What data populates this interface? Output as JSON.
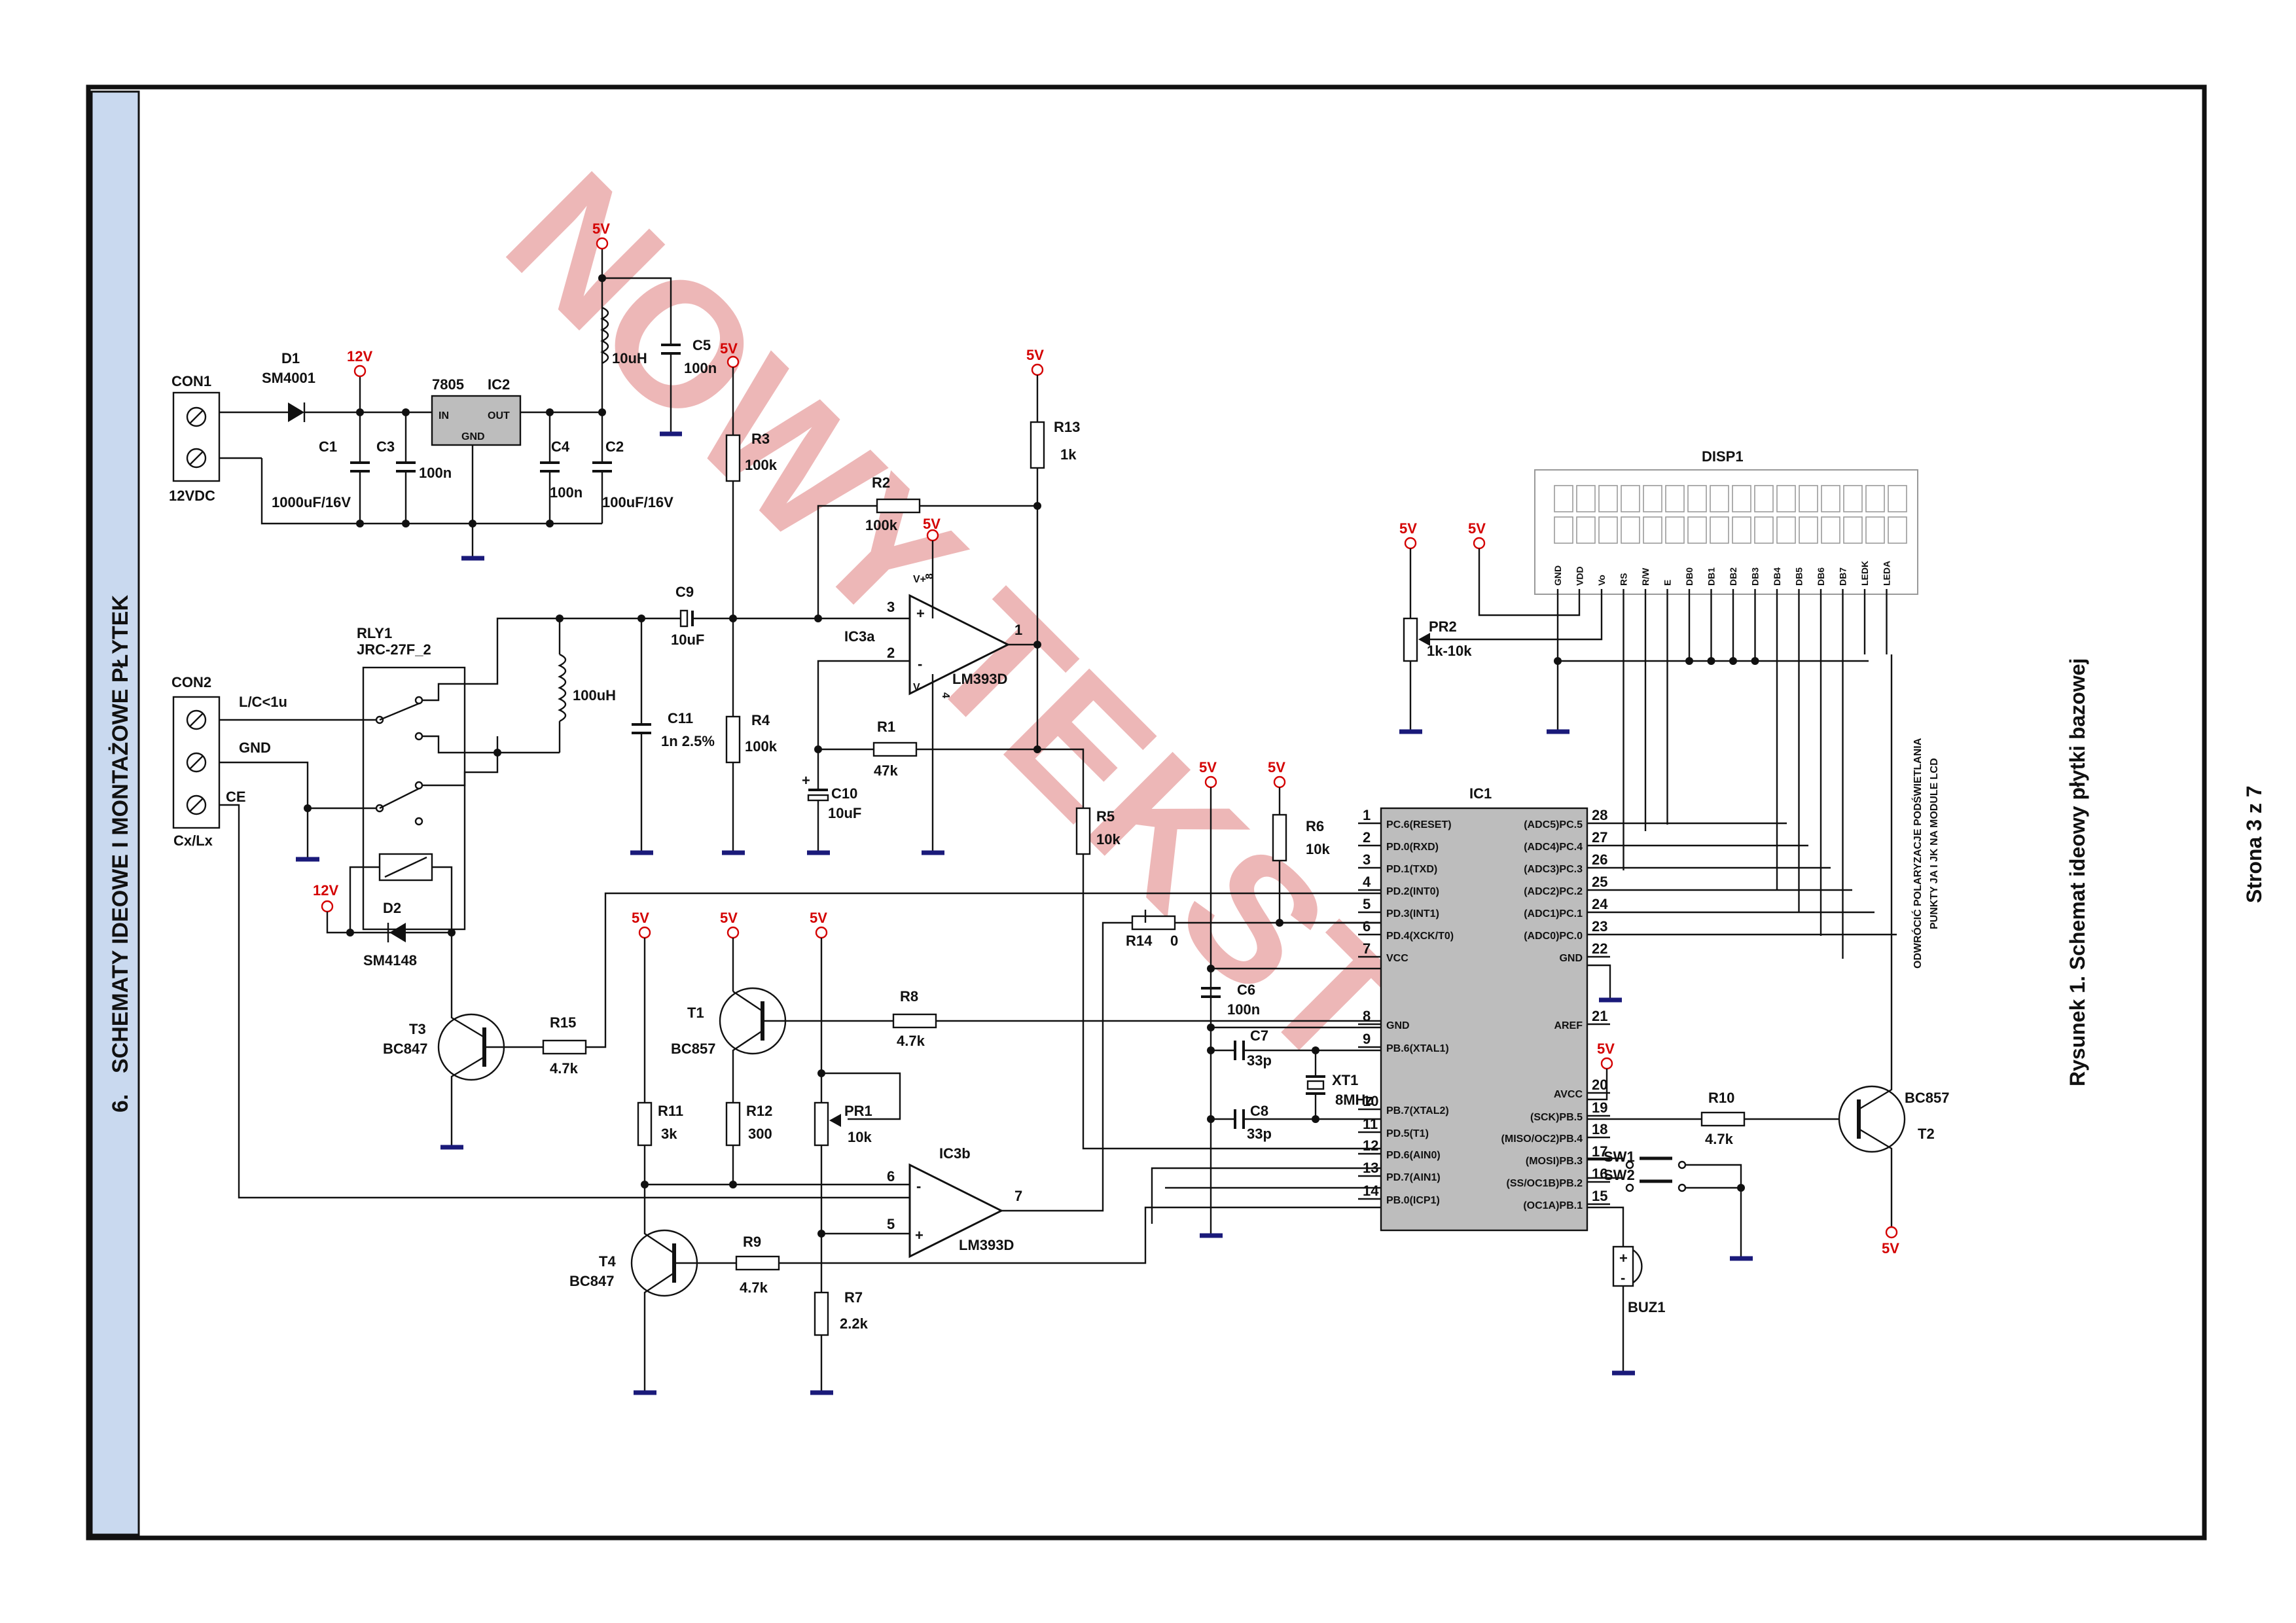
{
  "section": {
    "number": "6.",
    "title": "SCHEMATY IDEOWE I MONTAŻOWE PŁYTEK"
  },
  "figure_caption": "Rysunek 1. Schemat ideowy płytki bazowej",
  "page_number": "Strona 3 z 7",
  "watermark": "NOWY TEKST",
  "lcd_note": [
    "ODWRÓCIĆ POLARYZACJE PODŚWIETLANIA",
    "PUNKTY JA I JK NA MODULE LCD"
  ],
  "rails": {
    "v12": "12V",
    "v5": "5V"
  },
  "power": {
    "con1": "CON1",
    "con1_label": "12VDC",
    "d1": "D1",
    "d1_val": "SM4001",
    "ic2_type": "7805",
    "ic2": "IC2",
    "ic2_in": "IN",
    "ic2_out": "OUT",
    "ic2_gnd": "GND",
    "c1": "C1",
    "c1_val": "1000uF/16V",
    "c3": "C3",
    "c3_val": "100n",
    "c4": "C4",
    "c4_val": "100n",
    "c2": "C2",
    "c2_val": "100uF/16V",
    "l_val": "10uH",
    "c5": "C5",
    "c5_val": "100n"
  },
  "input": {
    "con2": "CON2",
    "con2_label": "Cx/Lx",
    "pin_lc": "L/C<1u",
    "pin_gnd": "GND",
    "pin_ce": "CE",
    "rly1": "RLY1",
    "rly1_type": "JRC-27F_2",
    "l2_val": "100uH",
    "c11": "C11",
    "c11_val": "1n 2.5%",
    "c9": "C9",
    "c9_val": "10uF",
    "d2": "D2",
    "d2_val": "SM4148",
    "t3": "T3",
    "t3_val": "BC847",
    "r15": "R15",
    "r15_val": "4.7k"
  },
  "oscillator": {
    "r3": "R3",
    "r3_val": "100k",
    "r4": "R4",
    "r4_val": "100k",
    "r2": "R2",
    "r2_val": "100k",
    "r1": "R1",
    "r1_val": "47k",
    "c10": "C10",
    "c10_val": "10uF",
    "r13": "R13",
    "r13_val": "1k",
    "ic3a": "IC3a",
    "ic3a_type": "LM393D",
    "pin3": "3",
    "pin2": "2",
    "pin1": "1",
    "pin8": "8",
    "pin4": "4",
    "vplus": "V+",
    "vminus": "V-"
  },
  "comparator": {
    "t1": "T1",
    "t1_val": "BC857",
    "r8": "R8",
    "r8_val": "4.7k",
    "r11": "R11",
    "r11_val": "3k",
    "r12": "R12",
    "r12_val": "300",
    "pr1": "PR1",
    "pr1_val": "10k",
    "ic3b": "IC3b",
    "ic3b_type": "LM393D",
    "pin6": "6",
    "pin5": "5",
    "pin7": "7",
    "t4": "T4",
    "t4_val": "BC847",
    "r9": "R9",
    "r9_val": "4.7k",
    "r7": "R7",
    "r7_val": "2.2k"
  },
  "mcu": {
    "r5": "R5",
    "r5_val": "10k",
    "r6": "R6",
    "r6_val": "10k",
    "r14": "R14",
    "r14_val": "0",
    "c6": "C6",
    "c6_val": "100n",
    "c7": "C7",
    "c7_val": "33p",
    "c8": "C8",
    "c8_val": "33p",
    "xt1": "XT1",
    "xt1_val": "8MHz",
    "ic1": "IC1",
    "left_pins": [
      {
        "num": "1",
        "name": "PC.6(RESET)"
      },
      {
        "num": "2",
        "name": "PD.0(RXD)"
      },
      {
        "num": "3",
        "name": "PD.1(TXD)"
      },
      {
        "num": "4",
        "name": "PD.2(INT0)"
      },
      {
        "num": "5",
        "name": "PD.3(INT1)"
      },
      {
        "num": "6",
        "name": "PD.4(XCK/T0)"
      },
      {
        "num": "7",
        "name": "VCC"
      },
      {
        "num": "8",
        "name": "GND"
      },
      {
        "num": "9",
        "name": "PB.6(XTAL1)"
      },
      {
        "num": "10",
        "name": "PB.7(XTAL2)"
      },
      {
        "num": "11",
        "name": "PD.5(T1)"
      },
      {
        "num": "12",
        "name": "PD.6(AIN0)"
      },
      {
        "num": "13",
        "name": "PD.7(AIN1)"
      },
      {
        "num": "14",
        "name": "PB.0(ICP1)"
      }
    ],
    "right_pins": [
      {
        "num": "28",
        "name": "(ADC5)PC.5"
      },
      {
        "num": "27",
        "name": "(ADC4)PC.4"
      },
      {
        "num": "26",
        "name": "(ADC3)PC.3"
      },
      {
        "num": "25",
        "name": "(ADC2)PC.2"
      },
      {
        "num": "24",
        "name": "(ADC1)PC.1"
      },
      {
        "num": "23",
        "name": "(ADC0)PC.0"
      },
      {
        "num": "22",
        "name": "GND"
      },
      {
        "num": "21",
        "name": "AREF"
      },
      {
        "num": "20",
        "name": "AVCC"
      },
      {
        "num": "19",
        "name": "(SCK)PB.5"
      },
      {
        "num": "18",
        "name": "(MISO/OC2)PB.4"
      },
      {
        "num": "17",
        "name": "(MOSI)PB.3"
      },
      {
        "num": "16",
        "name": "(SS/OC1B)PB.2"
      },
      {
        "num": "15",
        "name": "(OC1A)PB.1"
      }
    ],
    "sw1": "SW1",
    "sw2": "SW2",
    "buz1": "BUZ1",
    "r10": "R10",
    "r10_val": "4.7k",
    "t2": "T2",
    "t2_val": "BC857",
    "pr2": "PR2",
    "pr2_val": "1k-10k"
  },
  "display": {
    "disp1": "DISP1",
    "pins": [
      "GND",
      "VDD",
      "Vo",
      "RS",
      "R/W",
      "E",
      "DB0",
      "DB1",
      "DB2",
      "DB3",
      "DB4",
      "DB5",
      "DB6",
      "DB7",
      "LEDK",
      "LEDA"
    ]
  },
  "colors": {
    "rail": "#d40000",
    "ground": "#1a1a7a",
    "sidebar": "#c9d9ef",
    "watermark": "#e8a0a0"
  }
}
